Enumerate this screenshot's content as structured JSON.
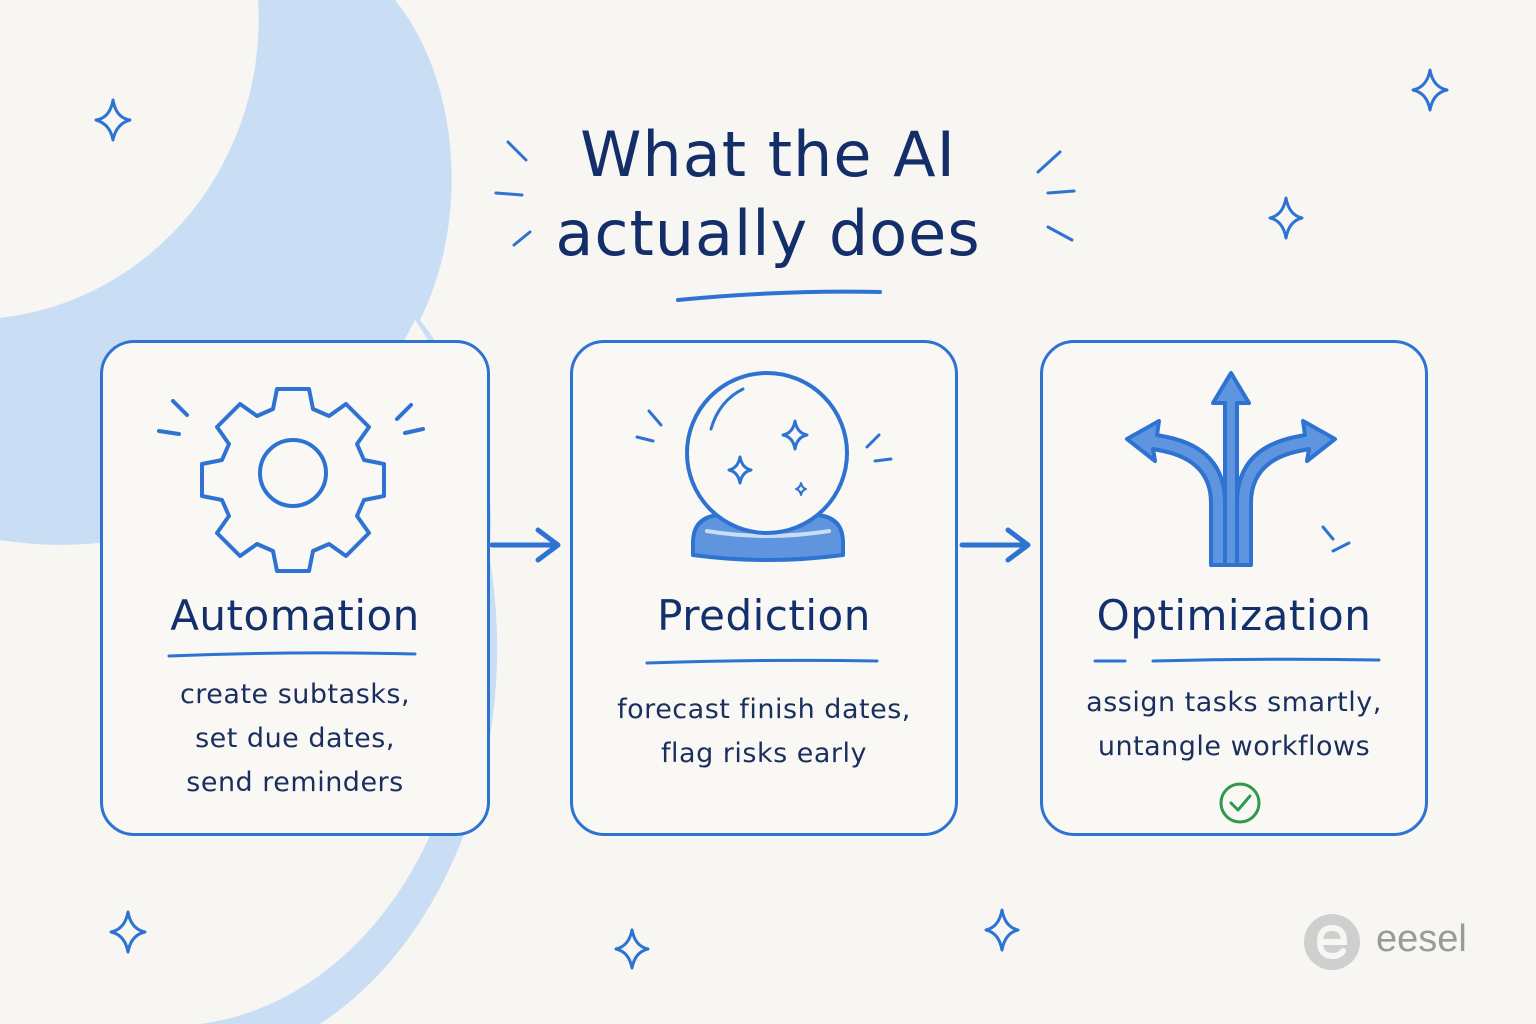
{
  "title": {
    "line1": "What the AI",
    "line2": "actually does"
  },
  "cards": [
    {
      "title": "Automation",
      "icon": "gear-icon",
      "desc": [
        "create subtasks,",
        "set due dates,",
        "send reminders"
      ]
    },
    {
      "title": "Prediction",
      "icon": "crystal-ball-icon",
      "desc": [
        "forecast finish dates,",
        "flag risks early"
      ]
    },
    {
      "title": "Optimization",
      "icon": "split-arrows-icon",
      "desc": [
        "assign tasks smartly,",
        "untangle workflows"
      ],
      "badge_icon": "check-circle-icon"
    }
  ],
  "brand": {
    "name": "eesel",
    "logo_icon": "eesel-logo-icon"
  },
  "colors": {
    "background": "#f7f6f2",
    "accent": "#2f73d2",
    "arc": "#c9def5",
    "text": "#142e6a",
    "check": "#2e9a4a",
    "brand_gray": "#9a9a9a"
  }
}
